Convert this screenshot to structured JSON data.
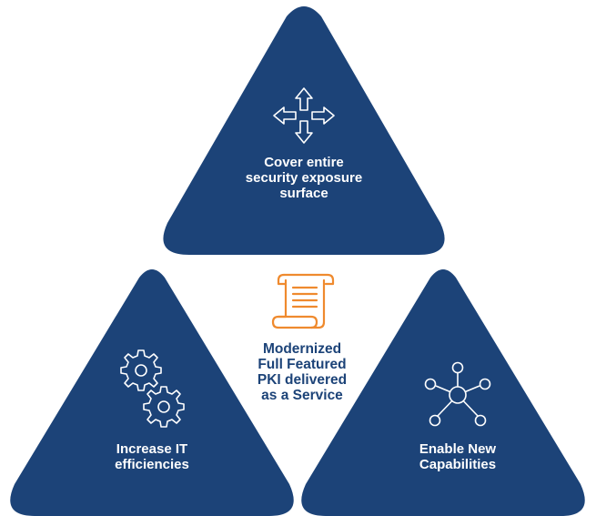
{
  "diagram": {
    "top_triangle": {
      "label": "Cover entire\nsecurity exposure\nsurface",
      "icon": "move-arrows-icon"
    },
    "left_triangle": {
      "label": "Increase IT\nefficiencies",
      "icon": "gears-icon"
    },
    "right_triangle": {
      "label": "Enable New\nCapabilities",
      "icon": "network-hub-icon"
    },
    "center": {
      "label": "Modernized\nFull Featured\nPKI delivered\nas a Service",
      "icon": "scroll-certificate-icon"
    }
  },
  "colors": {
    "triangle_fill": "#1c4378",
    "icon_stroke": "#ffffff",
    "center_text": "#1c4378",
    "center_icon": "#ef8a2e"
  }
}
